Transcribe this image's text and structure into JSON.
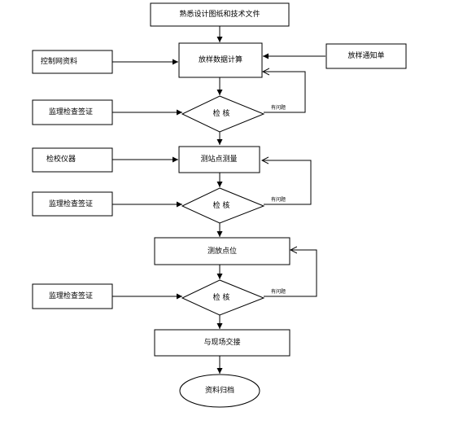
{
  "nodes": {
    "familiarize": "熟悉设计图纸和技术文件",
    "control_network": "控制网资料",
    "stakeout_calc": "放样数据计算",
    "stakeout_notice": "放样通知单",
    "supervision_sign_1": "监理检查签证",
    "check_1": "检 核",
    "calibrate_instrument": "检校仪器",
    "station_measure": "测站点测量",
    "supervision_sign_2": "监理检查签证",
    "check_2": "检 核",
    "stakeout_points": "测放点位",
    "supervision_sign_3": "监理检查签证",
    "check_3": "检 核",
    "handover": "与现场交接",
    "archive": "资料归档"
  },
  "feedback": {
    "problem_1": "有问题",
    "problem_2": "有问题",
    "problem_3": "有问题"
  }
}
